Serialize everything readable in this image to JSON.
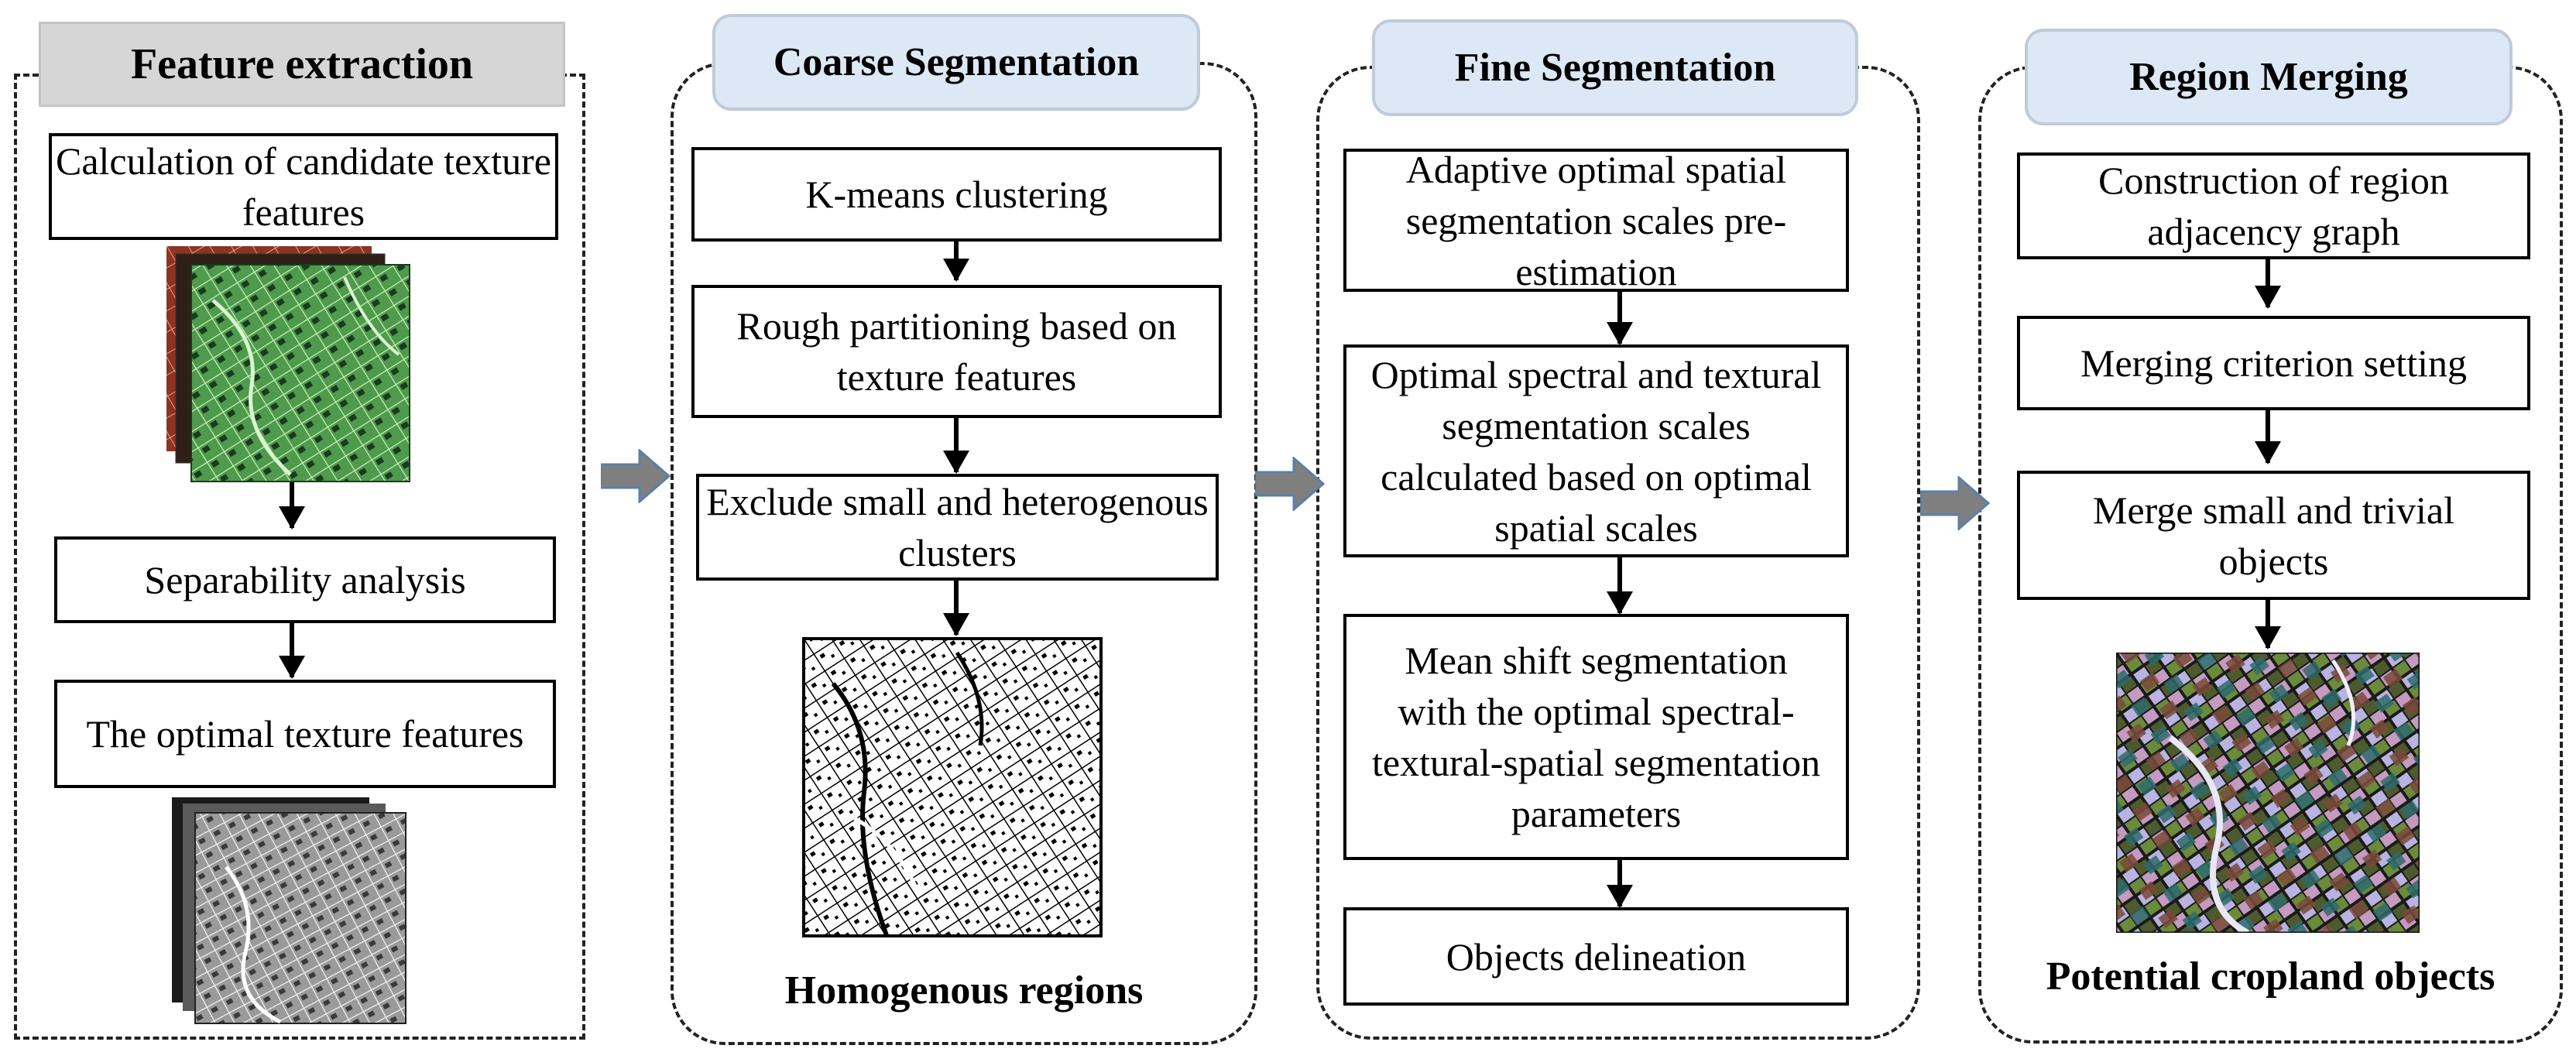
{
  "panels": {
    "feature_extraction": {
      "title": "Feature extraction",
      "steps": [
        "Calculation of candidate texture features",
        "Separability analysis",
        "The optimal texture features"
      ]
    },
    "coarse_segmentation": {
      "title": "Coarse Segmentation",
      "steps": [
        "K-means clustering",
        "Rough partitioning based on texture features",
        "Exclude small and heterogenous clusters"
      ],
      "caption": "Homogenous regions"
    },
    "fine_segmentation": {
      "title": "Fine Segmentation",
      "steps": [
        "Adaptive optimal  spatial segmentation scales pre-estimation",
        "Optimal spectral and textural segmentation scales calculated based on optimal spatial scales",
        "Mean shift segmentation with the optimal spectral-textural-spatial segmentation parameters",
        "Objects delineation"
      ]
    },
    "region_merging": {
      "title": "Region Merging",
      "steps": [
        "Construction of region adjacency graph",
        "Merging criterion setting",
        "Merge small and trivial objects"
      ],
      "caption": "Potential cropland objects"
    }
  },
  "colors": {
    "header_gray": "#d6d6d6",
    "header_blue": "#dce8f5",
    "flow_arrow": "#7f7f7f",
    "flow_arrow_border": "#5b7fa8",
    "texture_green": "#5fa85a",
    "texture_red": "#9a3a2a"
  },
  "images": [
    "texture-feature-stack",
    "grayscale-texture-stack",
    "binary-homogenous-regions-map",
    "colored-cropland-objects-map"
  ]
}
